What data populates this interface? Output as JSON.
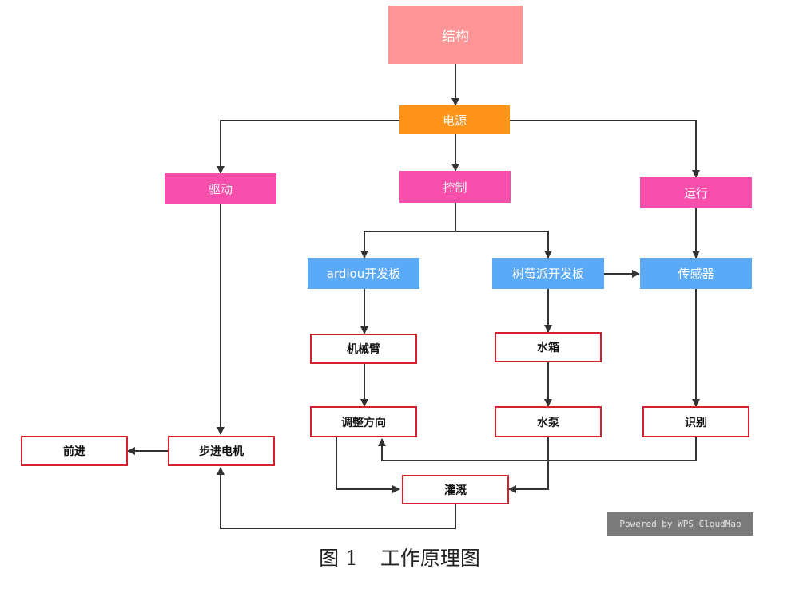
{
  "nodes": {
    "root": "结构",
    "power": "电源",
    "drive": "驱动",
    "control": "控制",
    "run": "运行",
    "arduino": "ardiou开发板",
    "raspberry": "树莓派开发板",
    "sensor": "传感器",
    "arm": "机械臂",
    "tank": "水箱",
    "adjust": "调整方向",
    "pump": "水泵",
    "identify": "识别",
    "forward": "前进",
    "stepper": "步进电机",
    "irrigate": "灌溉"
  },
  "colors": {
    "root": "#fd9496",
    "power": "#fd9419",
    "category": "#f74fab",
    "board": "#5aaaf8",
    "leaf_border": "#d22230",
    "arrow": "#333333"
  },
  "watermark": "Powered by WPS CloudMap",
  "caption": {
    "figure": "图 1",
    "title": "工作原理图"
  }
}
